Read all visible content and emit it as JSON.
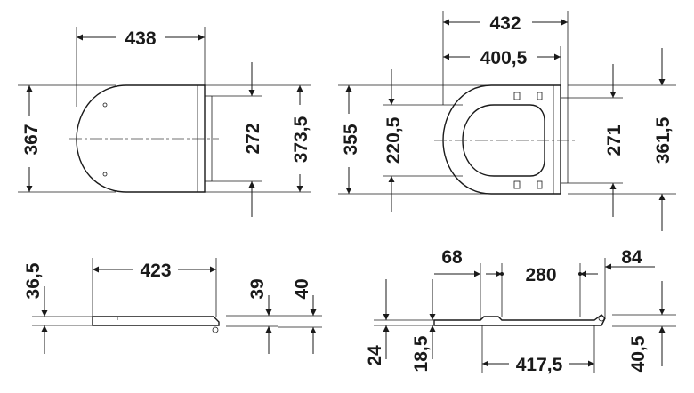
{
  "dimensions": {
    "top_left": {
      "width_overall": "438",
      "depth_overall": "367",
      "hinge_spacing_inner": "272",
      "hinge_spacing_outer": "373,5"
    },
    "top_right": {
      "width_overall": "432",
      "width_inner": "400,5",
      "depth_overall": "355",
      "opening": "220,5",
      "hinge_spacing_inner": "271",
      "hinge_spacing_outer": "361,5"
    },
    "bottom_left": {
      "height_front": "36,5",
      "length": "423",
      "height_rear_a": "39",
      "height_rear_b": "40"
    },
    "bottom_right": {
      "offset_front": "68",
      "fixing_distance": "280",
      "offset_rear": "84",
      "height_a": "24",
      "height_b": "18,5",
      "length": "417,5",
      "height_c": "40,5"
    }
  }
}
